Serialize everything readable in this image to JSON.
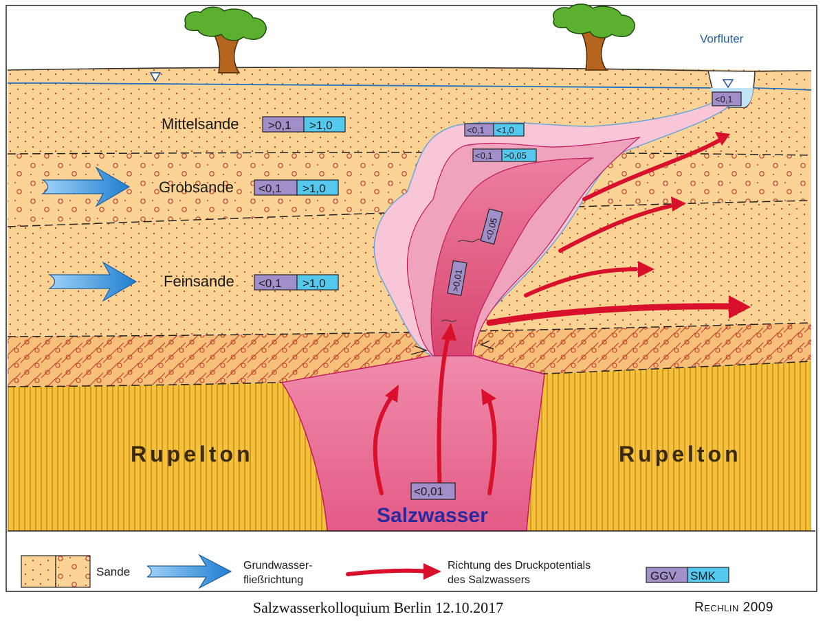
{
  "layers": {
    "mittelsande": "Mittelsande",
    "grobsande": "Grobsande",
    "feinsande": "Feinsande",
    "rupelton_left": "Rupelton",
    "rupelton_right": "Rupelton",
    "salzwasser": "Salzwasser",
    "vorfluter": "Vorfluter"
  },
  "values": {
    "mittel_ggv": ">0,1",
    "mittel_smk": ">1,0",
    "grob_ggv": "<0,1",
    "grob_smk": ">1,0",
    "fein_ggv": "<0,1",
    "fein_smk": ">1,0",
    "plume_outer_ggv": "<0,1",
    "plume_outer_smk": "<1,0",
    "plume_mid_ggv": "<0,1",
    "plume_mid_smk": ">0,05",
    "plume_inner_top": "<0,05",
    "plume_inner_bottom": ">0,01",
    "salz_base": "<0,01",
    "vorfluter_value": "<0,1"
  },
  "legend": {
    "sande": "Sande",
    "grundwasser_line1": "Grundwasser-",
    "grundwasser_line2": "fließrichtung",
    "druck_line1": "Richtung des Druckpotentials",
    "druck_line2": "des Salzwassers",
    "ggv": "GGV",
    "smk": "SMK"
  },
  "caption": "Salzwasserkolloquium Berlin 12.10.2017",
  "credit": "Rechlin 2009",
  "colors": {
    "sand": "#fbd394",
    "clay": "#f6c23c",
    "flow_arrow": "#2d8fd8",
    "pressure_arrow": "#d8102c",
    "salt_core": "#e05c84",
    "ggv_box": "#a08fc8",
    "smk_box": "#55c8ee"
  }
}
